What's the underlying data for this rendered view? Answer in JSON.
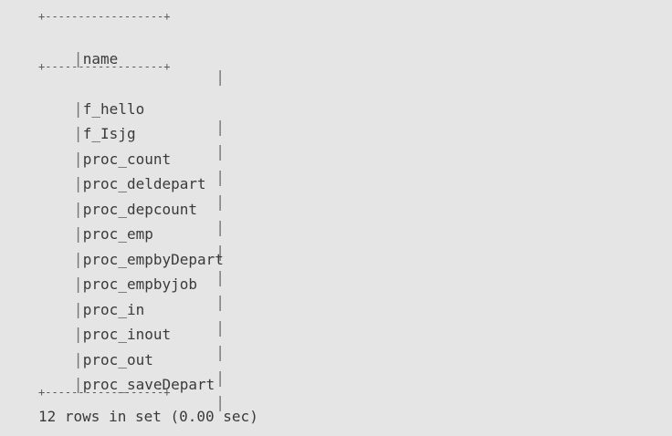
{
  "table": {
    "border_top": "+------------------+",
    "border_mid": "+------------------+",
    "border_bottom": "+------------------+",
    "header": "name",
    "rows": [
      "f_hello",
      "f_Isjg",
      "proc_count",
      "proc_deldepart",
      "proc_depcount",
      "proc_emp",
      "proc_empbyDepart",
      "proc_empbyjob",
      "proc_in",
      "proc_inout",
      "proc_out",
      "proc_saveDepart"
    ]
  },
  "footer": "12 rows in set (0.00 sec)",
  "colors": {
    "background": "#e5e5e5",
    "text": "#3a3a3a"
  }
}
